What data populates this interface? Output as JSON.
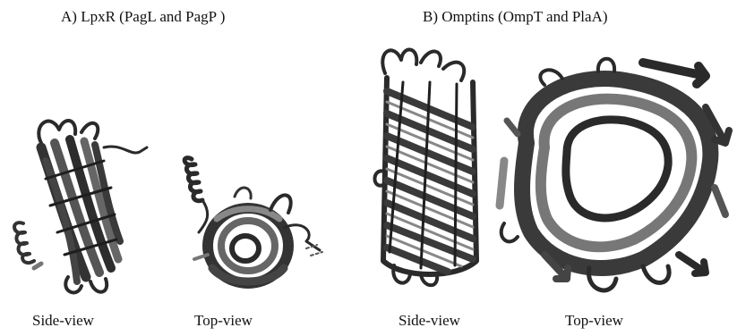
{
  "panel_a": {
    "title": "A) LpxR (PagL and PagP )",
    "side_caption": "Side-view",
    "top_caption": "Top-view"
  },
  "panel_b": {
    "title": "B) Omptins (OmpT and PlaA)",
    "side_caption": "Side-view",
    "top_caption": "Top-view"
  },
  "colors": {
    "ribbon_dark": "#2a2a2a",
    "ribbon_mid": "#555555",
    "ribbon_light": "#8a8a8a",
    "background": "#ffffff"
  }
}
